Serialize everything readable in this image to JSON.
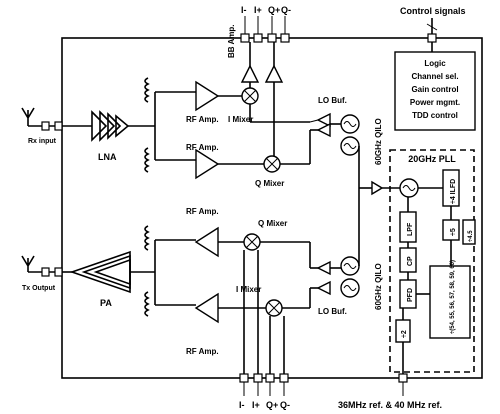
{
  "top_pins": {
    "i_minus": "I-",
    "i_plus": "I+",
    "q_plus": "Q+",
    "q_minus": "Q-"
  },
  "bottom_pins": {
    "i_minus": "I-",
    "i_plus": "I+",
    "q_plus": "Q+",
    "q_minus": "Q-"
  },
  "control_signals": "Control signals",
  "control_box": [
    "Logic",
    "Channel sel.",
    "Gain control",
    "Power mgmt.",
    "TDD control"
  ],
  "rx_input": "Rx input",
  "tx_output": "Tx Output",
  "lna": "LNA",
  "pa": "PA",
  "bb_amp": "BB Amp.",
  "rf_amp_1": "RF Amp.",
  "rf_amp_2": "RF Amp.",
  "rf_amp_3": "RF Amp.",
  "rf_amp_4": "RF Amp.",
  "i_mixer_top": "I Mixer",
  "q_mixer_top": "Q Mixer",
  "q_mixer_bot": "Q Mixer",
  "i_mixer_bot": "I Mixer",
  "lo_buf_top": "LO Buf.",
  "lo_buf_bot": "LO Buf.",
  "qilo_top": "60GHz QILO",
  "qilo_bot": "60GHz QILO",
  "pll_title": "20GHz PLL",
  "ilfd": "÷4 ILFD",
  "lpf": "LPF",
  "div5": "÷5",
  "div45": "÷4.5",
  "cp": "CP",
  "pfd": "PFD",
  "div_n": "÷(54, 55, 56, 57, 58, 59, 60)",
  "div2": "÷2",
  "ref": "36MHz ref. & 40 MHz ref."
}
